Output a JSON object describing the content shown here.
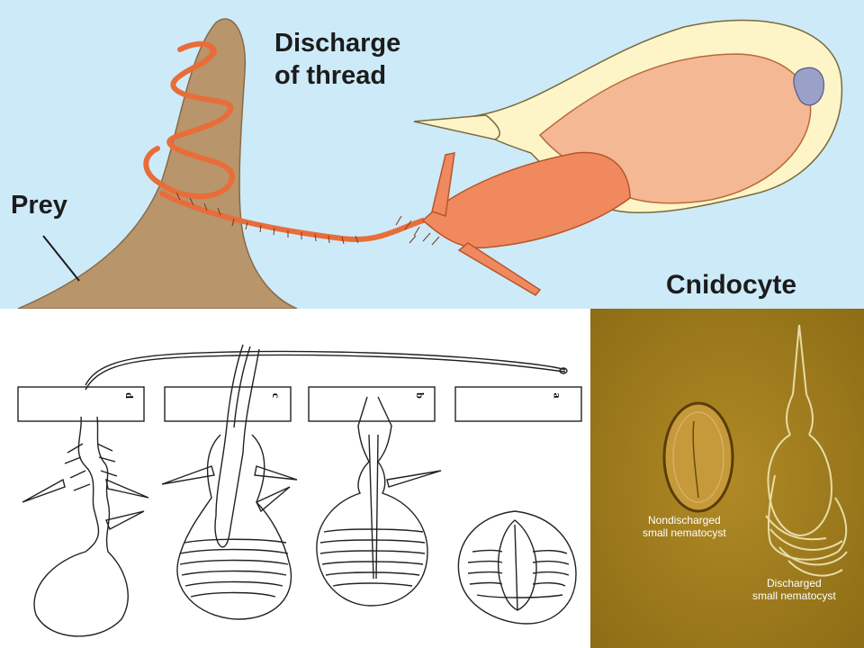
{
  "top": {
    "discharge_label_line1": "Discharge",
    "discharge_label_line2": "of thread",
    "prey_label": "Prey",
    "cnidocyte_label": "Cnidocyte"
  },
  "stages": {
    "d": "d",
    "c": "c",
    "b": "b",
    "a": "a"
  },
  "micrograph": {
    "nondischarged_line1": "Nondischarged",
    "nondischarged_line2": "small nematocyst",
    "discharged_line1": "Discharged",
    "discharged_line2": "small nematocyst"
  },
  "colors": {
    "sky": "#cdeaf8",
    "prey": "#b8956b",
    "thread": "#f08a5e",
    "capsule": "#f5b894",
    "cell": "#fdf5c8",
    "nucleus": "#9aa0c8",
    "micrograph_bg": "#9c7a1d"
  }
}
